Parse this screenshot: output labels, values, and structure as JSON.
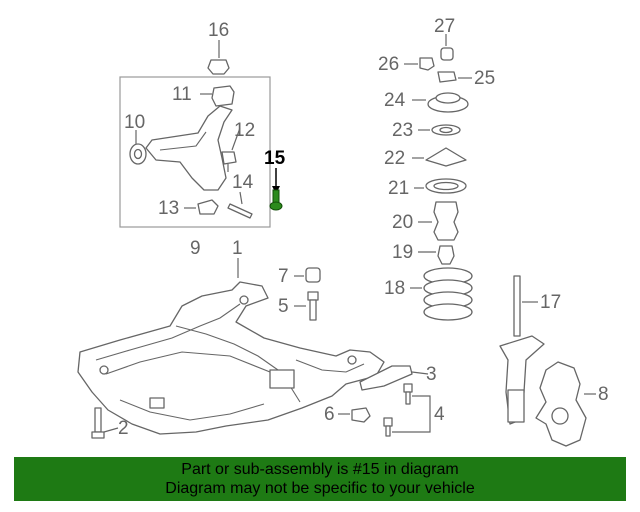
{
  "callouts": {
    "c1": "1",
    "c2": "2",
    "c3": "3",
    "c4": "4",
    "c5": "5",
    "c6": "6",
    "c7": "7",
    "c8": "8",
    "c9": "9",
    "c10": "10",
    "c11": "11",
    "c12": "12",
    "c13": "13",
    "c14": "14",
    "c15": "15",
    "c16": "16",
    "c17": "17",
    "c18": "18",
    "c19": "19",
    "c20": "20",
    "c21": "21",
    "c22": "22",
    "c23": "23",
    "c24": "24",
    "c25": "25",
    "c26": "26",
    "c27": "27"
  },
  "highlight": {
    "part": "15",
    "color": "#1e7a14"
  },
  "banner": {
    "line1": "Part or sub-assembly is #15 in diagram",
    "line2": "Diagram may not be specific to your vehicle",
    "color": "#1e7a14"
  }
}
